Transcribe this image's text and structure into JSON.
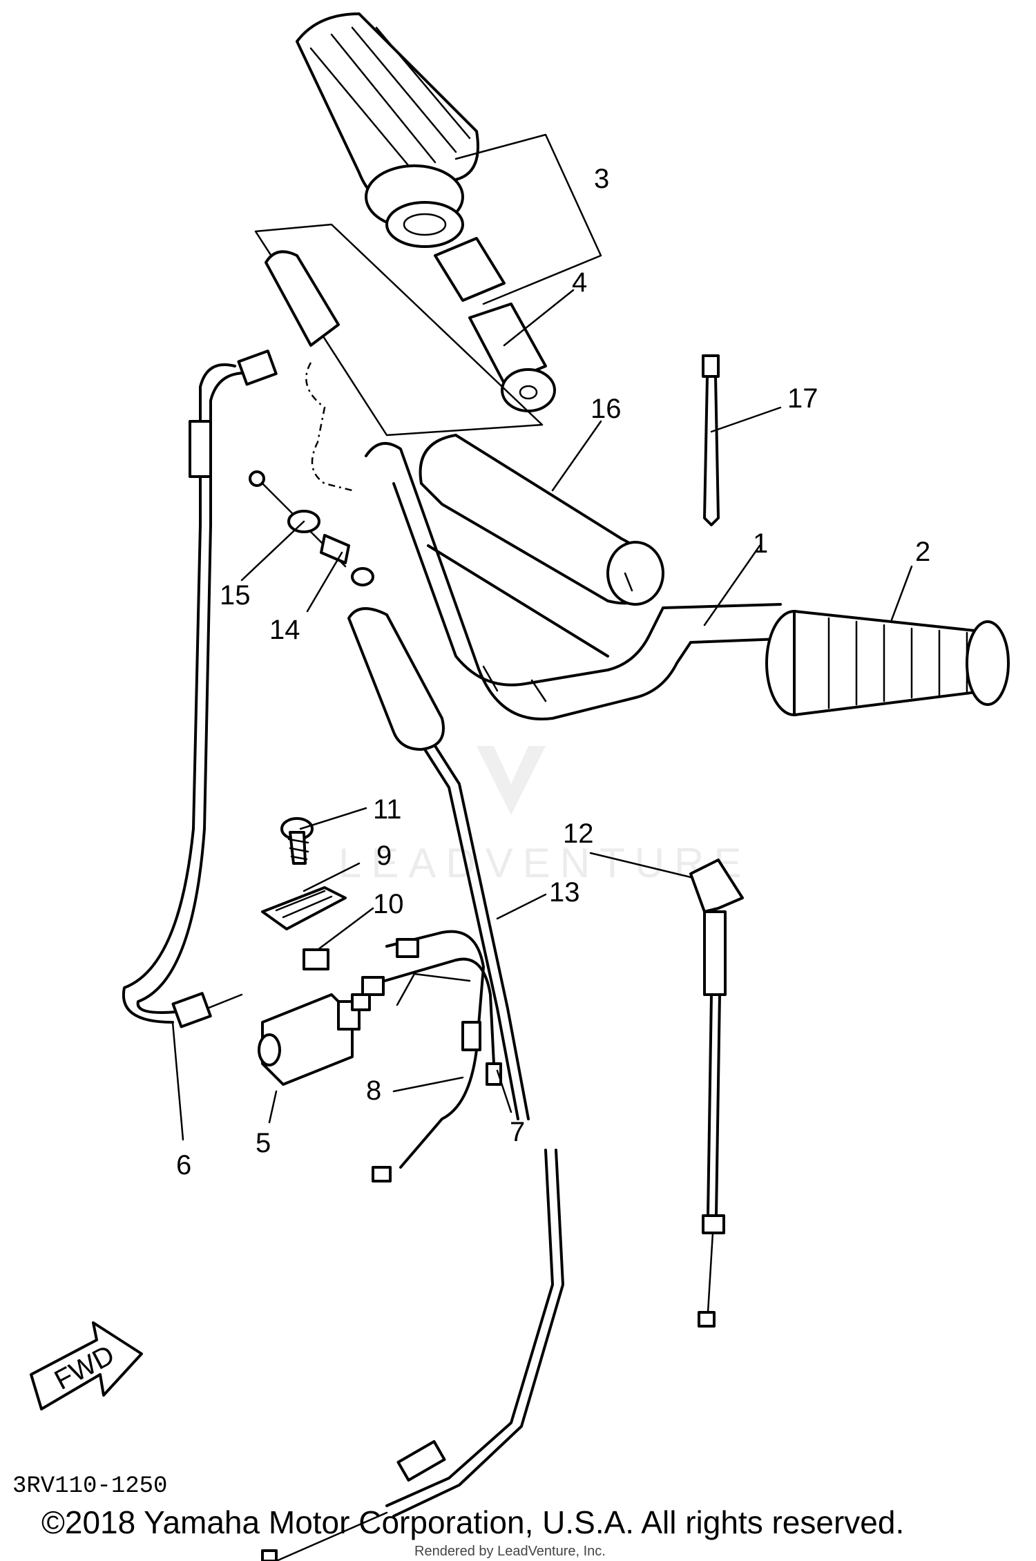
{
  "diagram": {
    "callouts": [
      {
        "id": "1",
        "label": "1"
      },
      {
        "id": "2",
        "label": "2"
      },
      {
        "id": "3",
        "label": "3"
      },
      {
        "id": "4",
        "label": "4"
      },
      {
        "id": "5",
        "label": "5"
      },
      {
        "id": "6",
        "label": "6"
      },
      {
        "id": "7",
        "label": "7"
      },
      {
        "id": "8",
        "label": "8"
      },
      {
        "id": "9",
        "label": "9"
      },
      {
        "id": "10",
        "label": "10"
      },
      {
        "id": "11",
        "label": "11"
      },
      {
        "id": "12",
        "label": "12"
      },
      {
        "id": "13",
        "label": "13"
      },
      {
        "id": "14",
        "label": "14"
      },
      {
        "id": "15",
        "label": "15"
      },
      {
        "id": "16",
        "label": "16"
      },
      {
        "id": "17",
        "label": "17"
      }
    ],
    "fwd_label": "FWD",
    "diagram_code": "3RV110-1250",
    "watermark": "LEADVENTURE"
  },
  "footer": {
    "copyright": "©2018 Yamaha Motor Corporation, U.S.A. All rights reserved.",
    "rendered_by": "Rendered by LeadVenture, Inc."
  },
  "colors": {
    "line": "#000000",
    "background": "#ffffff",
    "watermark": "#ececec"
  }
}
